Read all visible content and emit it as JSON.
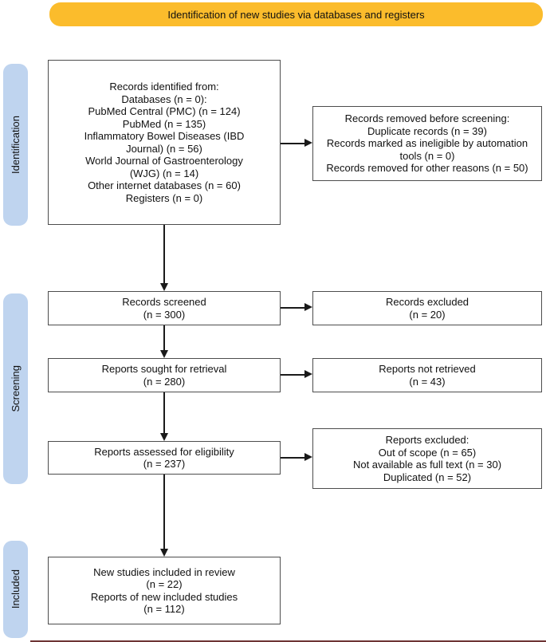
{
  "banner": {
    "label": "Identification of new studies via databases and registers",
    "bg_color": "#FBBC2C"
  },
  "sidebar": {
    "bg_color": "#BFD4EF",
    "labels": [
      {
        "id": "identification",
        "text": "Identification"
      },
      {
        "id": "screening",
        "text": "Screening"
      },
      {
        "id": "included",
        "text": "Included"
      }
    ]
  },
  "boxes": {
    "records_identified": {
      "lines": [
        "Records identified from:",
        "Databases (n = 0):",
        "PubMed Central (PMC) (n = 124)",
        "PubMed (n = 135)",
        "Inflammatory Bowel Diseases (IBD",
        "Journal) (n = 56)",
        "World Journal of Gastroenterology",
        "(WJG) (n = 14)",
        "Other internet databases (n = 60)",
        "Registers (n = 0)"
      ]
    },
    "records_removed": {
      "lines": [
        "Records removed before screening:",
        "Duplicate records (n = 39)",
        "Records marked as ineligible by automation",
        "tools (n = 0)",
        "Records removed for other reasons (n = 50)"
      ]
    },
    "records_screened": {
      "lines": [
        "Records screened",
        "(n = 300)"
      ]
    },
    "records_excluded": {
      "lines": [
        "Records excluded",
        "(n = 20)"
      ]
    },
    "reports_sought": {
      "lines": [
        "Reports sought for retrieval",
        "(n = 280)"
      ]
    },
    "reports_not_retrieved": {
      "lines": [
        "Reports not retrieved",
        "(n = 43)"
      ]
    },
    "reports_assessed": {
      "lines": [
        "Reports assessed for eligibility",
        "(n = 237)"
      ]
    },
    "reports_excluded": {
      "lines": [
        "Reports excluded:",
        "Out of scope (n = 65)",
        "Not available as full text (n = 30)",
        "Duplicated (n = 52)"
      ]
    },
    "new_studies_included": {
      "lines": [
        "New studies included in review",
        "(n = 22)",
        "Reports of new included studies",
        "(n = 112)"
      ]
    }
  },
  "misc": {
    "bottom_strip_color": "#6E3434"
  }
}
